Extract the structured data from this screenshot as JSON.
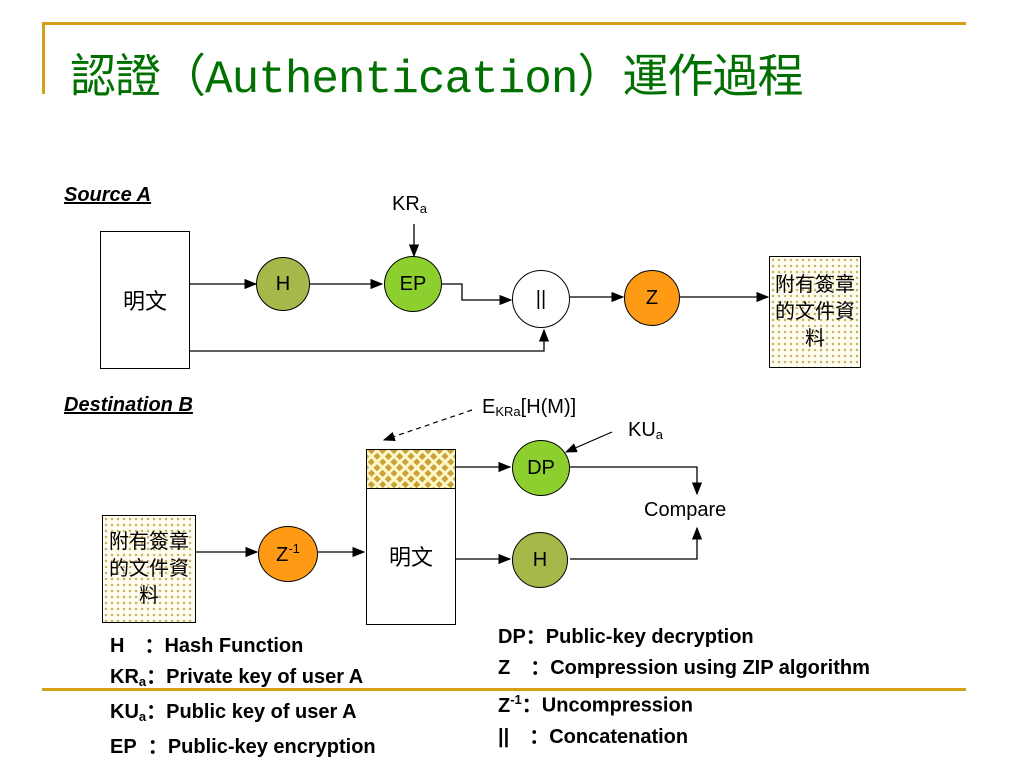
{
  "title": "認證（Authentication）運作過程",
  "source": {
    "label": "Source A",
    "plaintext": "明文",
    "h_node": "H",
    "ep_node": "EP",
    "concat_node": "||",
    "z_node": "Z",
    "key_label": "KR",
    "key_sub": "a",
    "signed_doc": "附有簽章的文件資料"
  },
  "destination": {
    "label": "Destination B",
    "signed_doc": "附有簽章的文件資料",
    "z_inv_node": "Z",
    "z_inv_sup": "-1",
    "plaintext": "明文",
    "dp_node": "DP",
    "h_node": "H",
    "compare_label": "Compare",
    "sig_label_e": "E",
    "sig_label_sub": "KRa",
    "sig_label_rest": "[H(M)]",
    "key_label": "KU",
    "key_sub": "a"
  },
  "legend_left": [
    {
      "key": "H",
      "sub": "",
      "sep": "　：",
      "desc": "Hash Function"
    },
    {
      "key": "KR",
      "sub": "a",
      "sep": "：",
      "desc": "Private key of user A"
    },
    {
      "key": "KU",
      "sub": "a",
      "sep": "：",
      "desc": "Public key of user A"
    },
    {
      "key": "EP",
      "sub": "",
      "sep": "  ：",
      "desc": "Public-key encryption"
    }
  ],
  "legend_right": [
    {
      "key": "DP",
      "sup": "",
      "sep": "：",
      "desc": "Public-key decryption"
    },
    {
      "key": "Z",
      "sup": "",
      "sep": "　：",
      "desc": "Compression using ZIP algorithm"
    },
    {
      "key": "Z",
      "sup": "-1",
      "sep": "：",
      "desc": "Uncompression"
    },
    {
      "key": "||",
      "sup": "",
      "sep": "　：",
      "desc": "Concatenation"
    }
  ],
  "colors": {
    "title": "#007000",
    "frame": "#d4a017",
    "hash_node": "#a5b84a",
    "crypto_node": "#8ccf2e",
    "zip_node": "#ff9a14"
  }
}
